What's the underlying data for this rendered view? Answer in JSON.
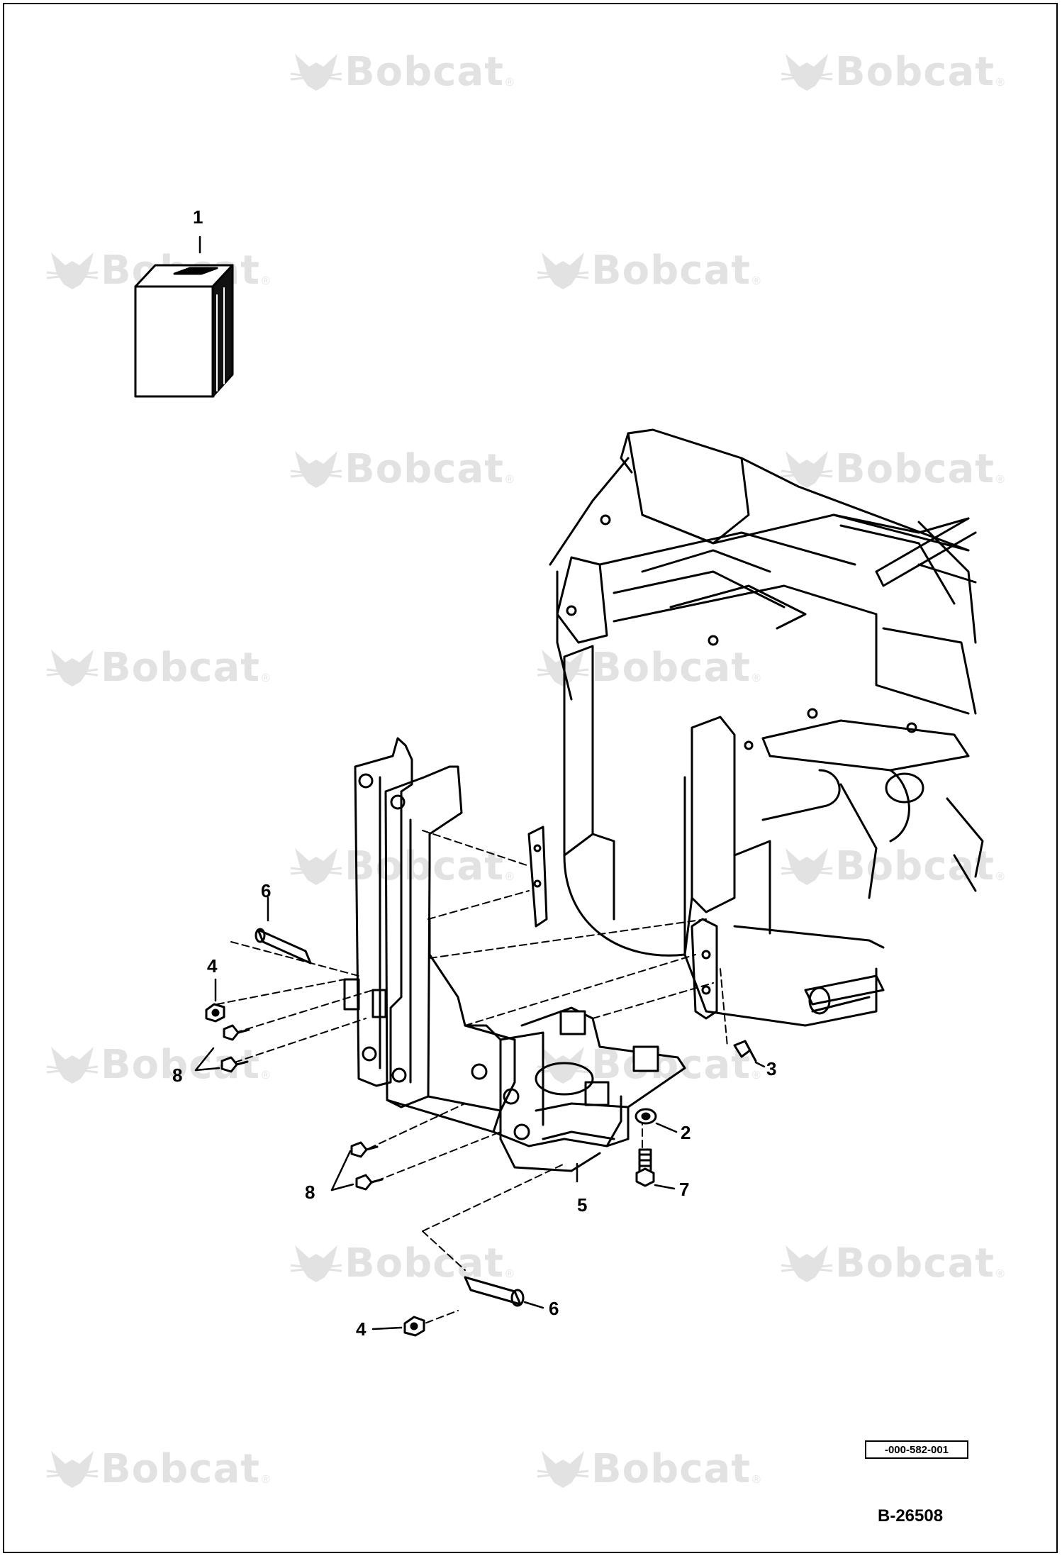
{
  "callouts": [
    {
      "id": "c1",
      "label": "1"
    },
    {
      "id": "c2",
      "label": "2"
    },
    {
      "id": "c3",
      "label": "3"
    },
    {
      "id": "c4a",
      "label": "4"
    },
    {
      "id": "c4b",
      "label": "4"
    },
    {
      "id": "c5",
      "label": "5"
    },
    {
      "id": "c6a",
      "label": "6"
    },
    {
      "id": "c6b",
      "label": "6"
    },
    {
      "id": "c7",
      "label": "7"
    },
    {
      "id": "c8a",
      "label": "8"
    },
    {
      "id": "c8b",
      "label": "8"
    }
  ],
  "watermark": {
    "text": "Bobcat",
    "reg": "®"
  },
  "reference_code": "-000-582-001",
  "drawing_number": "B-26508"
}
